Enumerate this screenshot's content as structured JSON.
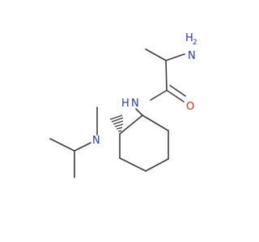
{
  "molecule": {
    "atoms": {
      "amine": {
        "label": "H",
        "sub": "2",
        "n": "N"
      },
      "amide_n": {
        "h": "H",
        "n": "N"
      },
      "carbonyl_o": {
        "label": "O"
      },
      "tertiary_n": {
        "label": "N"
      }
    },
    "colors": {
      "bond": "#3d3d3d",
      "nitrogen": "#2a3aa8",
      "oxygen": "#e0261f"
    }
  }
}
